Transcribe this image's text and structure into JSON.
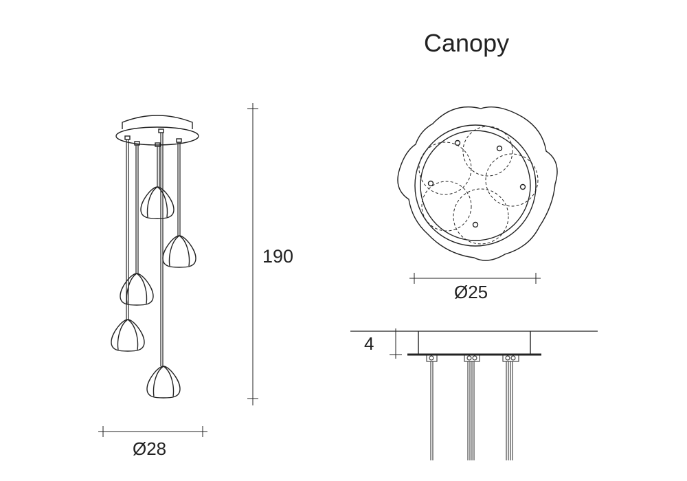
{
  "title": "Canopy",
  "dimensions": {
    "height": "190",
    "fixture_diameter": "Ø28",
    "canopy_diameter": "Ø25",
    "canopy_height": "4"
  },
  "colors": {
    "line": "#222222",
    "background": "#ffffff"
  }
}
